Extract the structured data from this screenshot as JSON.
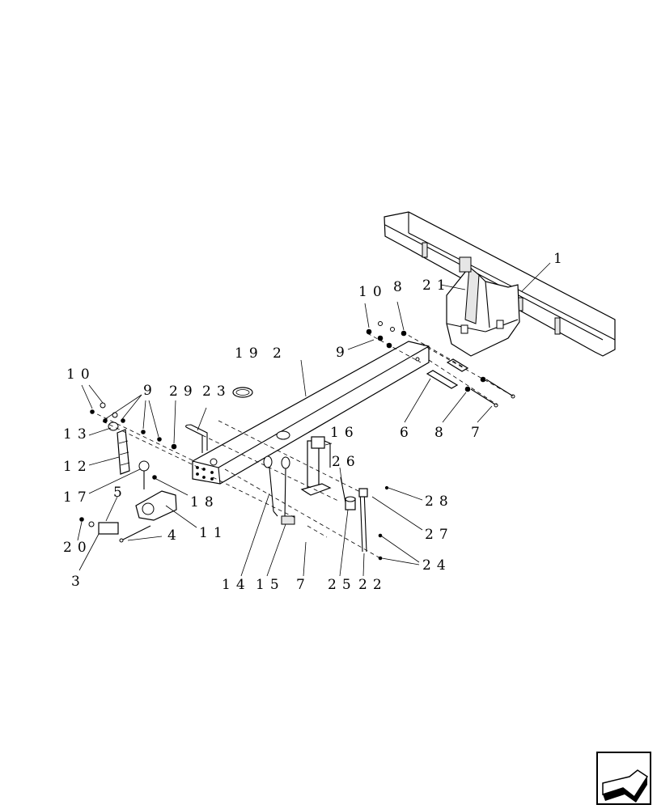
{
  "callouts": [
    {
      "id": "1",
      "text": "1"
    },
    {
      "id": "2",
      "text": "2"
    },
    {
      "id": "3",
      "text": "3"
    },
    {
      "id": "4",
      "text": "4"
    },
    {
      "id": "5",
      "text": "5"
    },
    {
      "id": "6",
      "text": "6"
    },
    {
      "id": "7a",
      "text": "7"
    },
    {
      "id": "7b",
      "text": "7"
    },
    {
      "id": "8a",
      "text": "8"
    },
    {
      "id": "8b",
      "text": "8"
    },
    {
      "id": "9a",
      "text": "9"
    },
    {
      "id": "9b",
      "text": "9"
    },
    {
      "id": "10a",
      "text": "10"
    },
    {
      "id": "10b",
      "text": "10"
    },
    {
      "id": "11",
      "text": "11"
    },
    {
      "id": "12",
      "text": "12"
    },
    {
      "id": "13",
      "text": "13"
    },
    {
      "id": "14",
      "text": "14"
    },
    {
      "id": "15",
      "text": "15"
    },
    {
      "id": "16",
      "text": "16"
    },
    {
      "id": "17",
      "text": "17"
    },
    {
      "id": "18",
      "text": "18"
    },
    {
      "id": "19",
      "text": "19"
    },
    {
      "id": "20",
      "text": "20"
    },
    {
      "id": "21",
      "text": "21"
    },
    {
      "id": "22",
      "text": "22"
    },
    {
      "id": "23",
      "text": "23"
    },
    {
      "id": "24",
      "text": "24"
    },
    {
      "id": "25",
      "text": "25"
    },
    {
      "id": "26",
      "text": "26"
    },
    {
      "id": "27",
      "text": "27"
    },
    {
      "id": "28",
      "text": "28"
    },
    {
      "id": "29",
      "text": "29"
    }
  ],
  "nav_icon": "page-turn-arrow-icon"
}
